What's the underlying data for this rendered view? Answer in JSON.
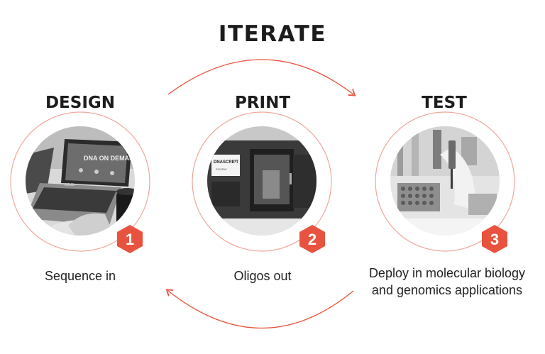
{
  "title": "ITERATE",
  "steps": [
    {
      "heading": "DESIGN",
      "number": "1",
      "caption": "Sequence in",
      "image_text": [
        "DNA ON DEMAND",
        "ASUS"
      ]
    },
    {
      "heading": "PRINT",
      "number": "2",
      "caption": "Oligos out",
      "image_text": [
        "DNASCRIPT",
        "SYNTAX"
      ]
    },
    {
      "heading": "TEST",
      "number": "3",
      "caption_lines": [
        "Deploy in molecular biology",
        "and genomics applications"
      ]
    }
  ],
  "colors": {
    "accent": "#e8533f",
    "ring": "#f0a69a",
    "text": "#1c1c1c"
  }
}
